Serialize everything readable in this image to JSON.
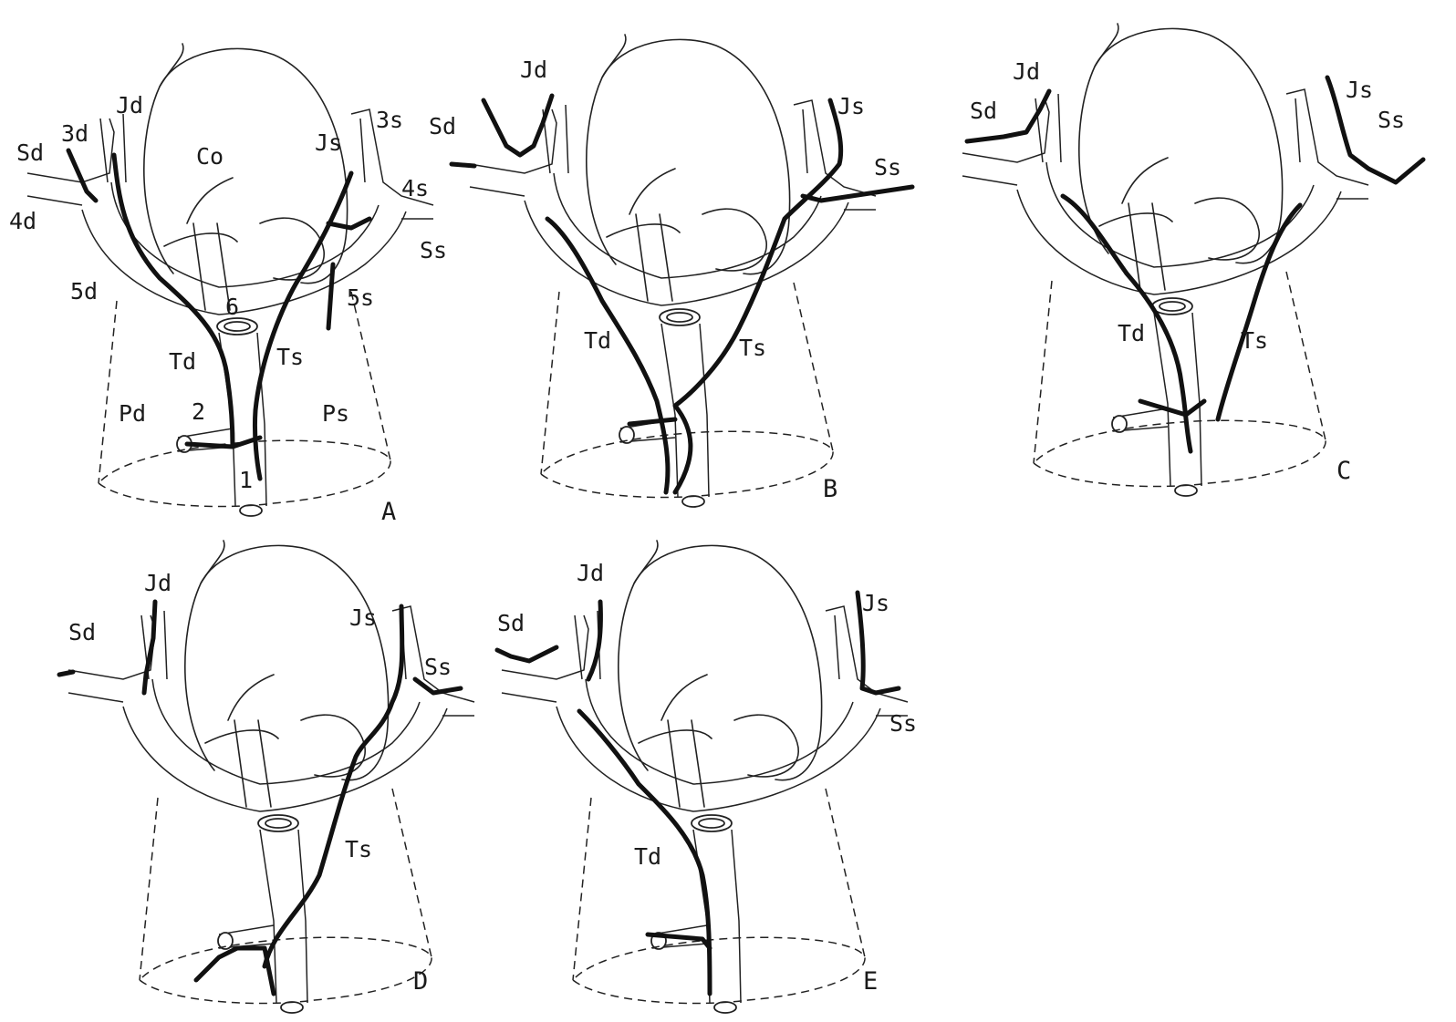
{
  "panels": [
    {
      "id": "A",
      "label": "A",
      "tags": {
        "jd": "Jd",
        "sd": "Sd",
        "d3": "3d",
        "d4": "4d",
        "d5": "5d",
        "co": "Co",
        "js": "Js",
        "s3": "3s",
        "s4": "4s",
        "ss": "Ss",
        "s5": "5s",
        "n6": "6",
        "td": "Td",
        "ts": "Ts",
        "pd": "Pd",
        "ps": "Ps",
        "n2": "2",
        "n1": "1"
      }
    },
    {
      "id": "B",
      "label": "B",
      "tags": {
        "jd": "Jd",
        "sd": "Sd",
        "js": "Js",
        "ss": "Ss",
        "td": "Td",
        "ts": "Ts"
      }
    },
    {
      "id": "C",
      "label": "C",
      "tags": {
        "jd": "Jd",
        "sd": "Sd",
        "js": "Js",
        "ss": "Ss",
        "td": "Td",
        "ts": "Ts"
      }
    },
    {
      "id": "D",
      "label": "D",
      "tags": {
        "jd": "Jd",
        "sd": "Sd",
        "js": "Js",
        "ss": "Ss",
        "ts": "Ts"
      }
    },
    {
      "id": "E",
      "label": "E",
      "tags": {
        "jd": "Jd",
        "sd": "Sd",
        "js": "Js",
        "ss": "Ss",
        "td": "Td"
      }
    }
  ]
}
